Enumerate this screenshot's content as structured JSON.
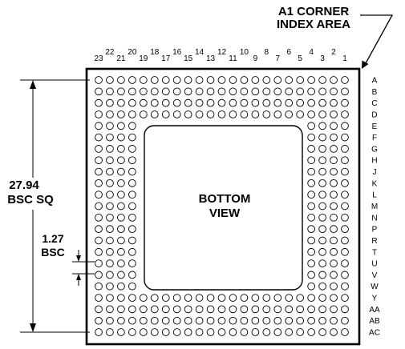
{
  "corner_label": {
    "line1": "A1 CORNER",
    "line2": "INDEX AREA"
  },
  "dimension_overall": {
    "value": "27.94",
    "qualifier": "BSC SQ"
  },
  "dimension_pitch": {
    "value": "1.27",
    "qualifier": "BSC"
  },
  "view_label": {
    "line1": "BOTTOM",
    "line2": "VIEW"
  },
  "columns_top": [
    "23",
    "22",
    "21",
    "20",
    "19",
    "18",
    "17",
    "16",
    "15",
    "14",
    "13",
    "12",
    "11",
    "10",
    "9",
    "8",
    "7",
    "6",
    "5",
    "4",
    "3",
    "2",
    "1"
  ],
  "rows_right": [
    "A",
    "B",
    "C",
    "D",
    "E",
    "F",
    "G",
    "H",
    "J",
    "K",
    "L",
    "M",
    "N",
    "P",
    "R",
    "T",
    "U",
    "V",
    "W",
    "Y",
    "AA",
    "AB",
    "AC"
  ],
  "ball_grid": {
    "columns": 23,
    "rows": 23,
    "perimeter_rows": 4
  },
  "colors": {
    "line": "#000000",
    "background": "#ffffff"
  }
}
